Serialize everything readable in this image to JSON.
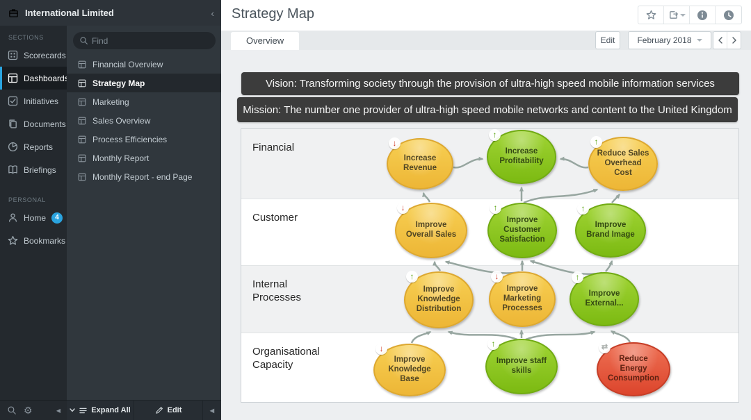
{
  "app": {
    "brand": "International Limited"
  },
  "sidebar": {
    "sections_label": "SECTIONS",
    "personal_label": "PERSONAL",
    "items": [
      {
        "label": "Scorecards",
        "icon": "scorecards-icon"
      },
      {
        "label": "Dashboards",
        "icon": "dashboards-icon",
        "active": true
      },
      {
        "label": "Initiatives",
        "icon": "initiatives-icon"
      },
      {
        "label": "Documents",
        "icon": "documents-icon"
      },
      {
        "label": "Reports",
        "icon": "reports-icon"
      },
      {
        "label": "Briefings",
        "icon": "briefings-icon"
      }
    ],
    "personal_items": [
      {
        "label": "Home",
        "icon": "person-icon",
        "badge": "4"
      },
      {
        "label": "Bookmarks",
        "icon": "star-icon"
      }
    ]
  },
  "panel": {
    "find_placeholder": "Find",
    "items": [
      {
        "label": "Financial Overview"
      },
      {
        "label": "Strategy Map",
        "active": true
      },
      {
        "label": "Marketing"
      },
      {
        "label": "Sales Overview"
      },
      {
        "label": "Process Efficiencies"
      },
      {
        "label": "Monthly Report"
      },
      {
        "label": "Monthly Report - end Page"
      }
    ],
    "footer": {
      "expand_all": "Expand All",
      "edit": "Edit"
    }
  },
  "header": {
    "title": "Strategy Map"
  },
  "tabs": {
    "overview": "Overview"
  },
  "toolbar": {
    "edit": "Edit",
    "period": "February 2018"
  },
  "banners": {
    "vision": "Vision: Transforming society through the provision of ultra-high speed mobile information services",
    "mission": "Mission: The number one provider of ultra-high speed mobile networks and content to the United Kingdom"
  },
  "map": {
    "rows": [
      {
        "label": "Financial"
      },
      {
        "label": "Customer"
      },
      {
        "label": "Internal Processes"
      },
      {
        "label": "Organisational Capacity"
      }
    ],
    "nodes": [
      {
        "label": "Increase Revenue",
        "status": "yellow",
        "trend": "down",
        "trend_glyph": "↓"
      },
      {
        "label": "Increase Profitability",
        "status": "green",
        "trend": "up",
        "trend_glyph": "↑"
      },
      {
        "label": "Reduce Sales Overhead Cost",
        "status": "yellow",
        "trend": "up",
        "trend_glyph": "↑"
      },
      {
        "label": "Improve Overall Sales",
        "status": "yellow",
        "trend": "down",
        "trend_glyph": "↓"
      },
      {
        "label": "Improve Customer Satisfaction",
        "status": "green",
        "trend": "up",
        "trend_glyph": "↑"
      },
      {
        "label": "Improve Brand Image",
        "status": "green",
        "trend": "up",
        "trend_glyph": "↑"
      },
      {
        "label": "Improve Knowledge Distribution",
        "status": "yellow",
        "trend": "up",
        "trend_glyph": "↑"
      },
      {
        "label": "Improve Marketing Processes",
        "status": "yellow",
        "trend": "down",
        "trend_glyph": "↓"
      },
      {
        "label": "Improve External...",
        "status": "green",
        "trend": "up",
        "trend_glyph": "↑"
      },
      {
        "label": "Improve Knowledge Base",
        "status": "yellow",
        "trend": "down",
        "trend_glyph": "↓"
      },
      {
        "label": "Improve staff skills",
        "status": "green",
        "trend": "up",
        "trend_glyph": "↑"
      },
      {
        "label": "Reduce Energy Consumption",
        "status": "red",
        "trend": "neutral",
        "trend_glyph": "⇄"
      }
    ]
  },
  "colors": {
    "accent_blue": "#2aa4e0",
    "node_yellow": "#edb636",
    "node_green": "#7cba12",
    "node_red": "#dc452c",
    "connector": "#97a6a0"
  }
}
